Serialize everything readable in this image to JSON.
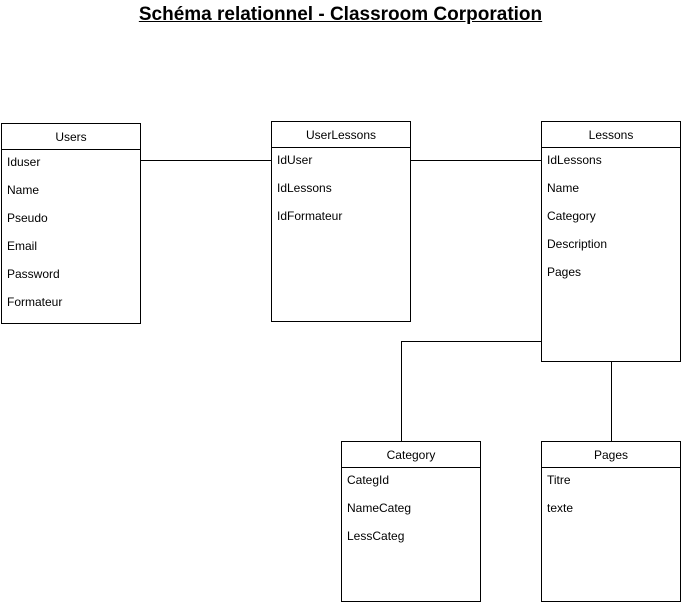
{
  "title": "Schéma relationnel - Classroom Corporation",
  "tables": {
    "users": {
      "name": "Users",
      "fields": [
        "Iduser",
        "Name",
        "Pseudo",
        "Email",
        "Password",
        "Formateur"
      ]
    },
    "userlessons": {
      "name": "UserLessons",
      "fields": [
        "IdUser",
        "IdLessons",
        "IdFormateur"
      ]
    },
    "lessons": {
      "name": "Lessons",
      "fields": [
        "IdLessons",
        "Name",
        "Category",
        "Description",
        "Pages"
      ]
    },
    "category": {
      "name": "Category",
      "fields": [
        "CategId",
        "NameCateg",
        "LessCateg"
      ]
    },
    "pages": {
      "name": "Pages",
      "fields": [
        "Titre",
        "texte"
      ]
    }
  },
  "relations": [
    {
      "from": "users.Iduser",
      "to": "userlessons.IdUser"
    },
    {
      "from": "userlessons.IdLessons",
      "to": "lessons.IdLessons"
    },
    {
      "from": "lessons.Category",
      "to": "category.CategId"
    },
    {
      "from": "lessons.Pages",
      "to": "pages.Titre"
    }
  ]
}
